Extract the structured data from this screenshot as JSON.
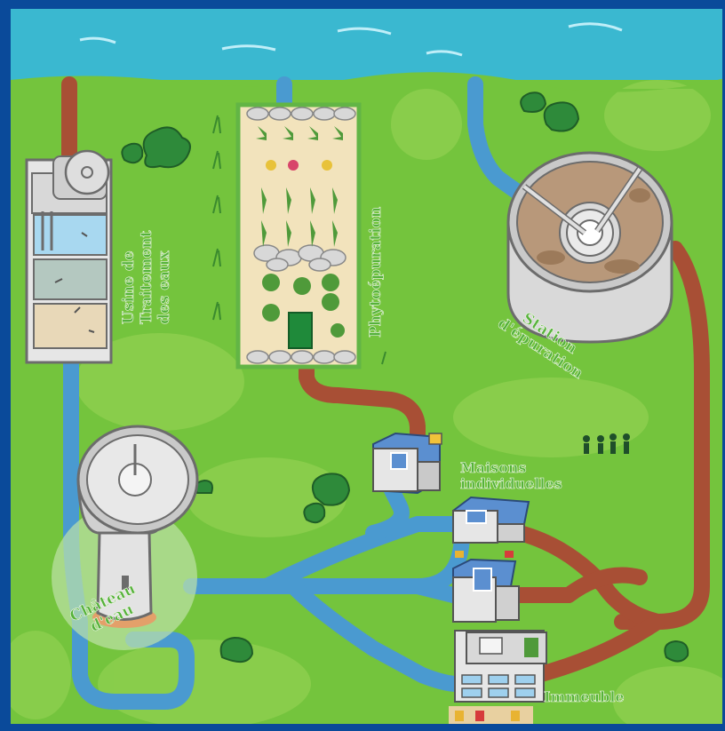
{
  "labels": {
    "water_treatment": [
      "Usine de",
      "Traitement",
      "des eaux"
    ],
    "phyto": "Phytoépuration",
    "station": [
      "Station",
      "d'épuration"
    ],
    "chateau": [
      "Château",
      "d'eau"
    ],
    "houses": [
      "Maisons",
      "individuelles"
    ],
    "building": "Immeuble"
  },
  "colors": {
    "frame": "#0a4a9a",
    "grass": "#74c43d",
    "grass_light": "#8ed04f",
    "river": "#3ab8d0",
    "clean_pipe": "#4a9ad0",
    "waste_pipe": "#a84f35",
    "label_green": "#55b23a",
    "tree": "#2e8a3a"
  }
}
